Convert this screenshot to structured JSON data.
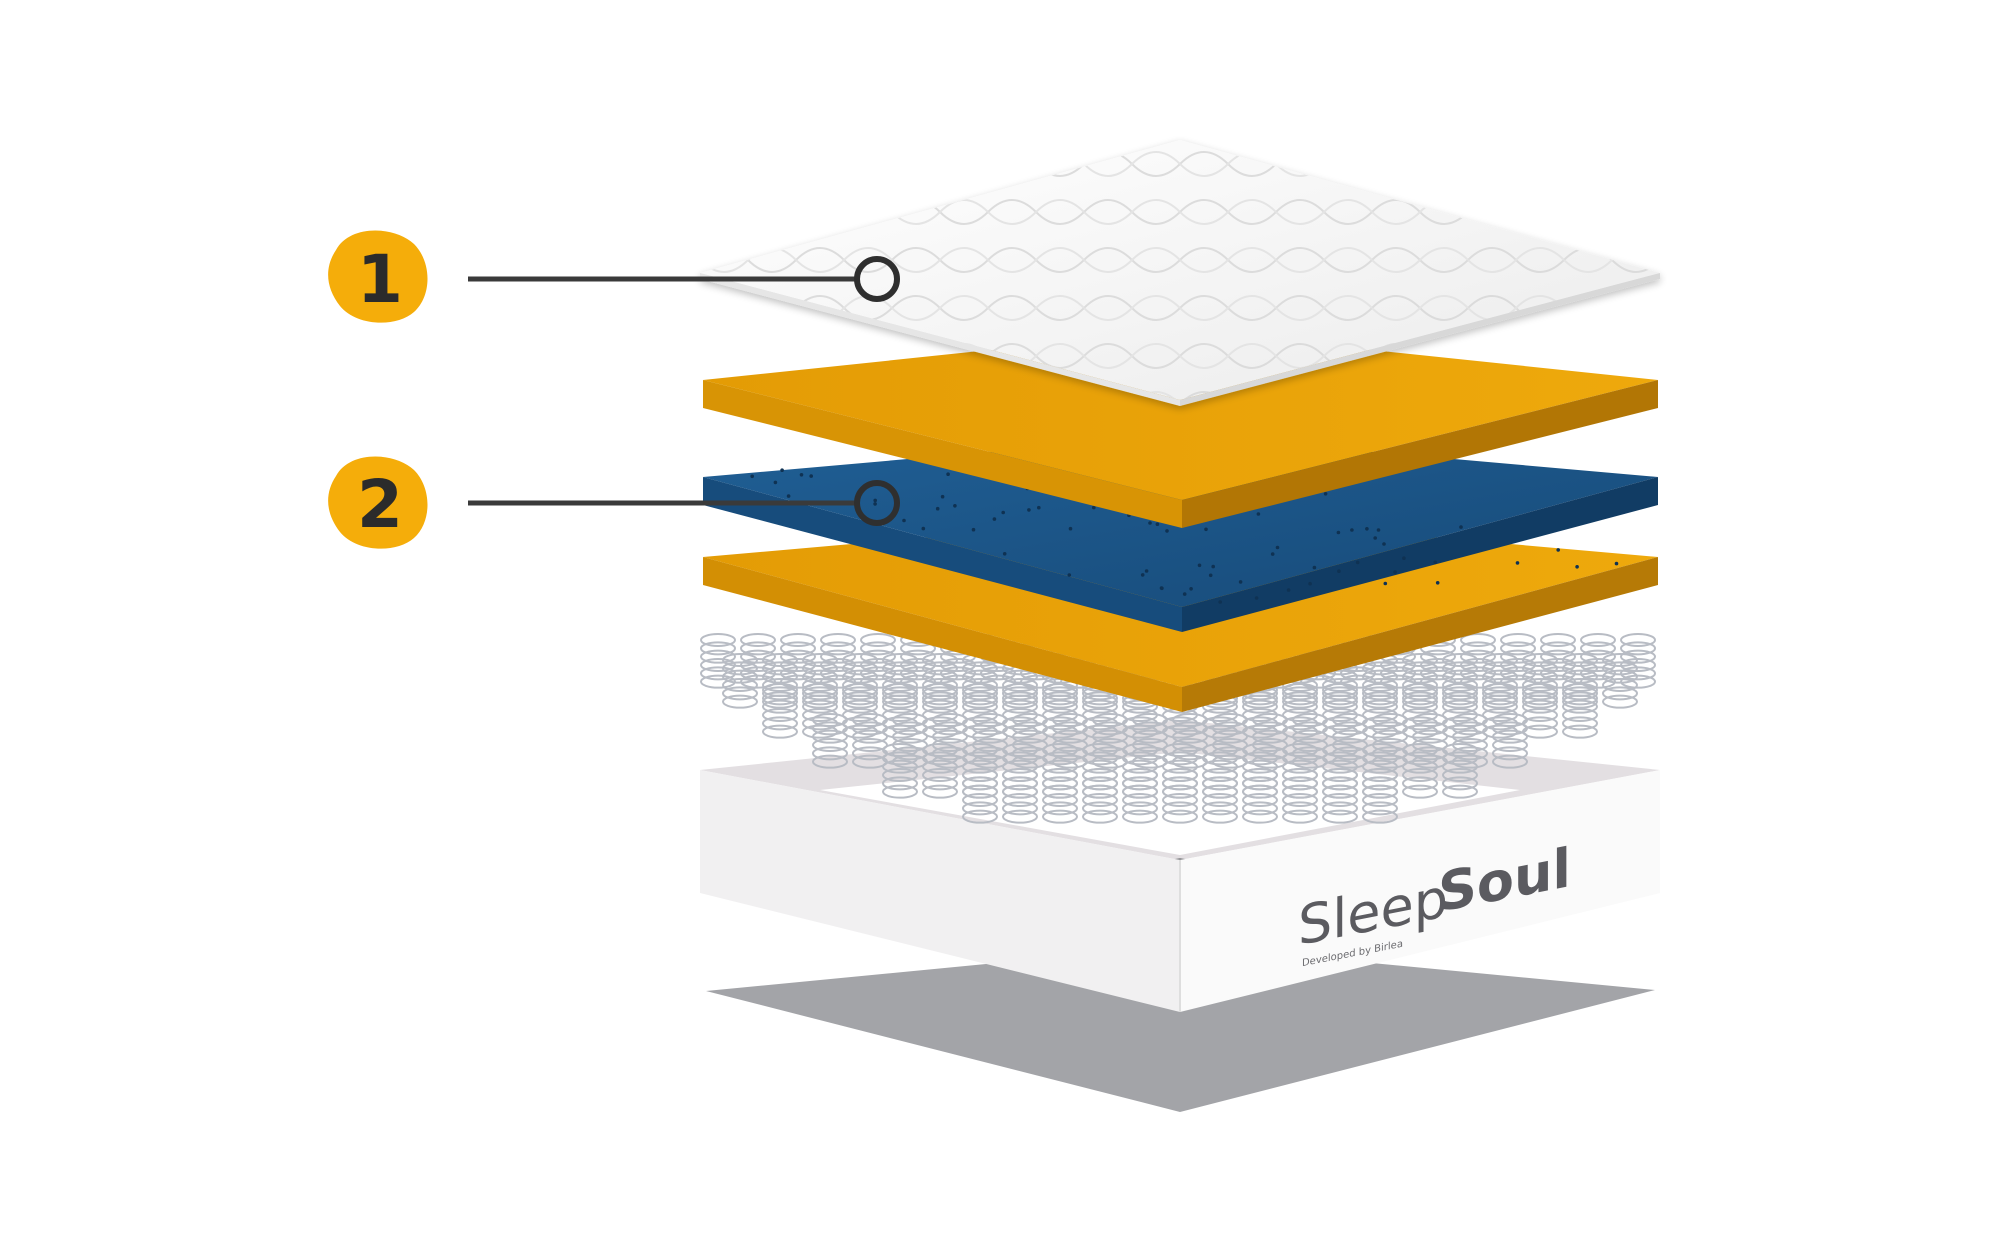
{
  "callouts": [
    {
      "number": "1",
      "layer": "quilted-top-cover"
    },
    {
      "number": "2",
      "layer": "blue-foam-layer"
    }
  ],
  "brand": {
    "name_light": "Sleep",
    "name_bold": "Soul",
    "tagline": "Developed by Birlea"
  },
  "colors": {
    "badge": "#f5ad0a",
    "orange_foam": "#e9a206",
    "blue_foam": "#1b5487",
    "cover": "#f7f7f7",
    "base": "#a3a4a8",
    "frame": "#f4f3f4",
    "leader_line": "#3a3a3a"
  }
}
